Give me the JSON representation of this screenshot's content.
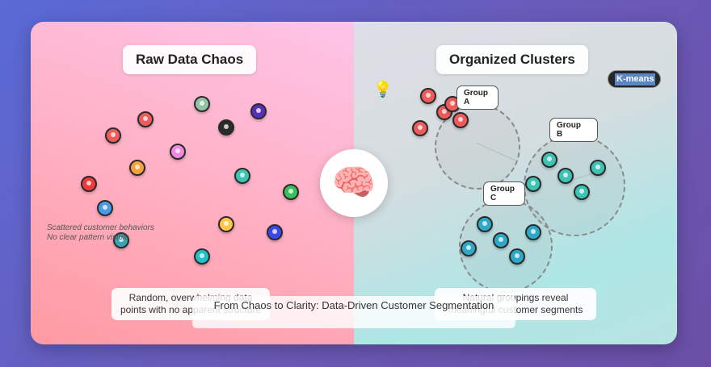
{
  "panels": {
    "left": {
      "title": "Raw Data Chaos"
    },
    "right": {
      "title": "Organized Clusters"
    }
  },
  "badge": {
    "label": "K-means"
  },
  "scatter_note": {
    "line1": "Scattered customer behaviors",
    "line2": "No clear pattern visible"
  },
  "groups": {
    "a": {
      "line1": "Group",
      "line2": "A"
    },
    "b": {
      "line1": "Group",
      "line2": "B"
    },
    "c": {
      "line1": "Group",
      "line2": "C"
    }
  },
  "captions": {
    "left": {
      "line1": "Random, overwhelming data",
      "line2": "points with no apparent structure"
    },
    "right": {
      "line1": "Natural groupings reveal",
      "line2": "meaningful customer segments"
    }
  },
  "footer": {
    "text": "From Chaos to Clarity: Data-Driven Customer Segmentation"
  },
  "icons": {
    "brain": "🧠",
    "bulb": "💡"
  },
  "colors": {
    "red": "#ef5b5b",
    "teal": "#3cc3b2",
    "blue_teal": "#2fa8c8",
    "orange": "#f7a13b",
    "yellow": "#ffc64a",
    "green": "#3ac05a",
    "purple": "#5a2fb8",
    "pink": "#f08ae0",
    "sage": "#8fc4a4",
    "black": "#2b2b2b",
    "blue": "#3d6ee8",
    "sky": "#4a9ae8"
  }
}
